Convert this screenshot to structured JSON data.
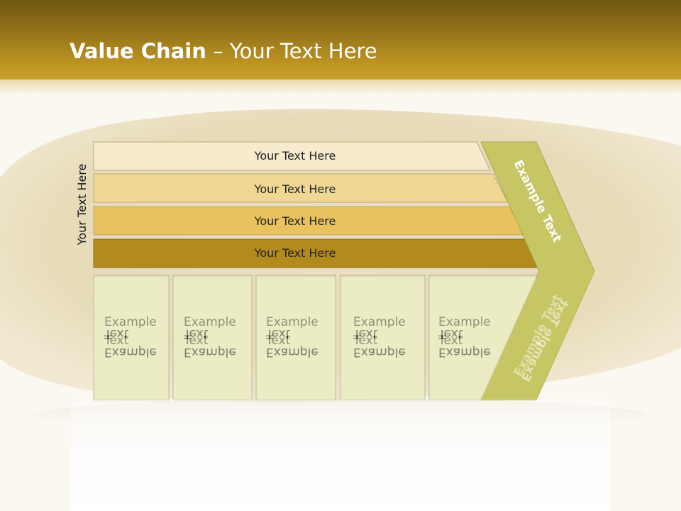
{
  "title": {
    "bold": "Value Chain",
    "rest": " – Your Text Here"
  },
  "side_label": "Your Text Here",
  "bars": [
    {
      "label": "Your Text Here",
      "color": "#f6ebcd"
    },
    {
      "label": "Your Text Here",
      "color": "#efd894"
    },
    {
      "label": "Your Text Here",
      "color": "#e8c25f"
    },
    {
      "label": "Your Text Here",
      "color": "#b28a1e"
    }
  ],
  "cells": [
    {
      "line1": "Example",
      "line2": "Text"
    },
    {
      "line1": "Example",
      "line2": "Text"
    },
    {
      "line1": "Example",
      "line2": "Text"
    },
    {
      "line1": "Example",
      "line2": "Text"
    },
    {
      "line1": "Example",
      "line2": "Text"
    }
  ],
  "chevron": {
    "top_label": "Example Text",
    "bottom_label": "Example Text",
    "color": "#c6c664"
  },
  "colors": {
    "header": "#b99222",
    "cell_fill": "#ebebc4",
    "background": "#fbf8f2"
  }
}
